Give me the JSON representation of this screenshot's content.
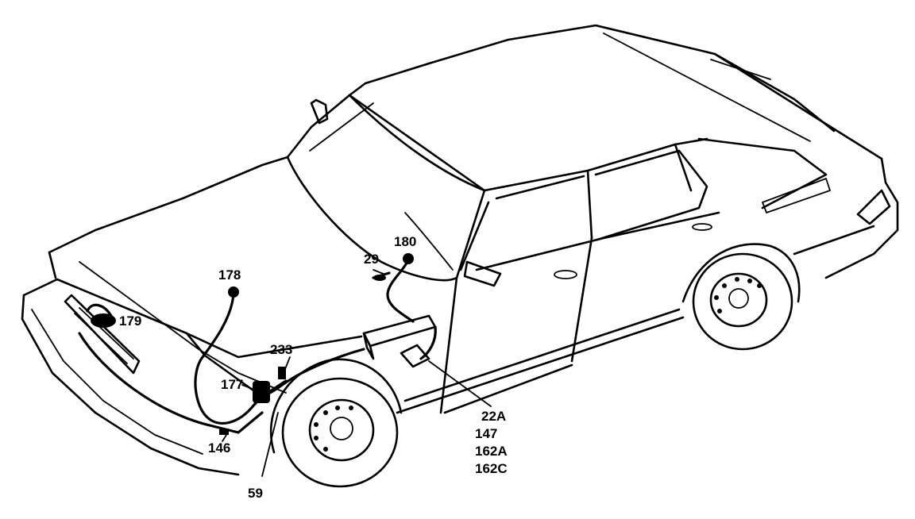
{
  "callouts": {
    "c178": "178",
    "c179": "179",
    "c180": "180",
    "c29": "29",
    "c233": "233",
    "c177": "177",
    "c146": "146",
    "c59": "59",
    "c22a": "22A",
    "c147": "147",
    "c162a": "162A",
    "c162c": "162C"
  }
}
